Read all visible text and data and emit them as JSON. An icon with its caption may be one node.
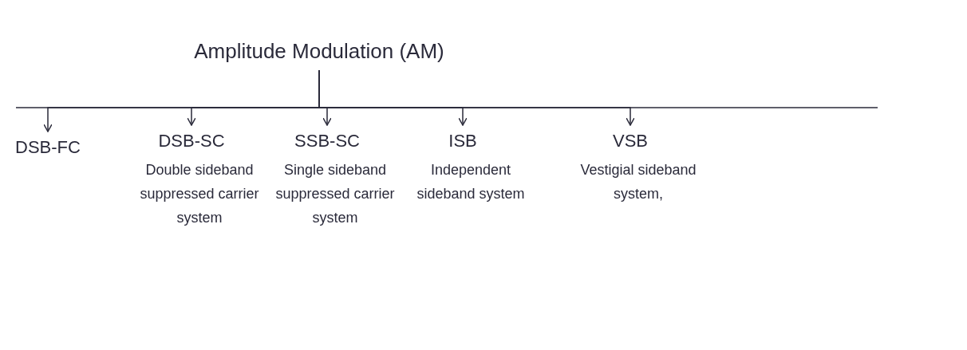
{
  "diagram": {
    "nodes": [
      {
        "text": [
          "Amplitude Modulation (AM)"
        ]
      },
      {
        "text": [
          "DSB-FC"
        ]
      },
      {
        "text": [
          "DSB-SC"
        ],
        "beside": [
          "Double sideband suppressed carrier system"
        ]
      },
      {
        "text": [
          "SSB-SC"
        ],
        "beside": [
          "Single sideband suppressed carrier system"
        ]
      },
      {
        "text": [
          "ISB"
        ],
        "beside": [
          "Independent sideband system"
        ]
      },
      {
        "text": [
          "VSB"
        ],
        "beside": [
          "Vestigial sideband system,"
        ]
      }
    ],
    "edges": [
      {
        "from": 0,
        "to": 1,
        "arrow": "to"
      },
      {
        "from": 0,
        "to": 2,
        "arrow": "to"
      },
      {
        "from": 0,
        "to": 3,
        "arrow": "to"
      },
      {
        "from": 0,
        "to": 4,
        "arrow": "to"
      },
      {
        "from": 0,
        "to": 5,
        "arrow": "to"
      }
    ]
  }
}
